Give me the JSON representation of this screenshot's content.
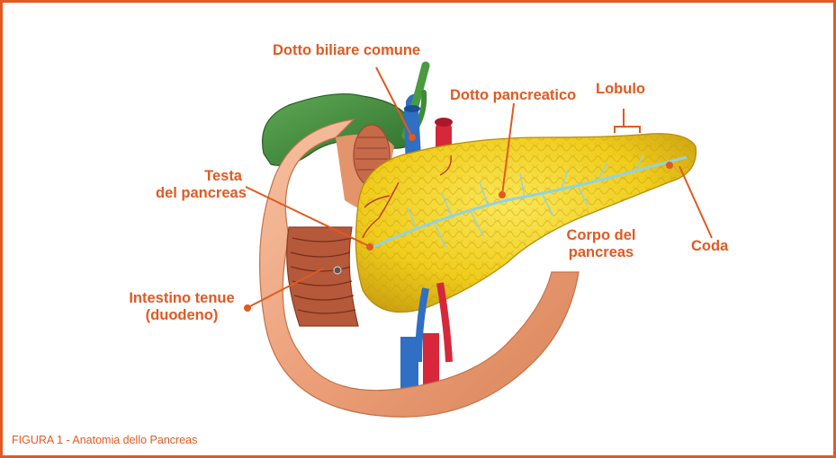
{
  "labels": {
    "common_bile_duct": "Dotto biliare comune",
    "pancreatic_duct": "Dotto pancreatico",
    "lobule": "Lobulo",
    "head_line1": "Testa",
    "head_line2": "del pancreas",
    "body_line1": "Corpo del",
    "body_line2": "pancreas",
    "tail": "Coda",
    "intestine_line1": "Intestino tenue",
    "intestine_line2": "(duodeno)"
  },
  "caption": "FIGURA 1 - Anatomia dello Pancreas",
  "colors": {
    "accent": "#e05a22",
    "pancreas": "#f2d21c",
    "intestine": "#eea57f",
    "gallbladder": "#3f8a3a",
    "vein": "#2f6fc4",
    "artery": "#d6283a"
  }
}
